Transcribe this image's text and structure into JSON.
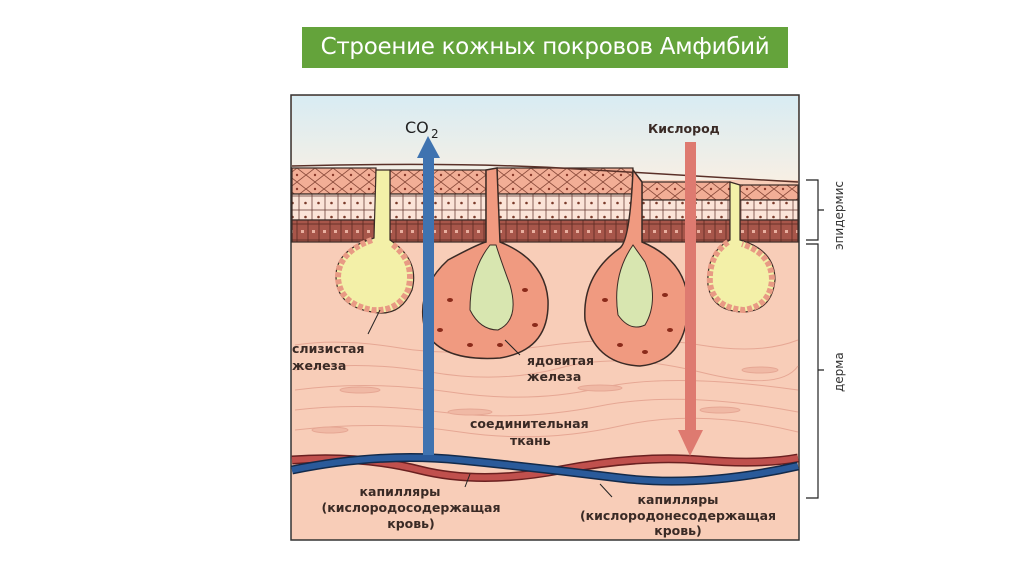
{
  "slide": {
    "title": "Строение кожных покровов Амфибий"
  },
  "diagram": {
    "labels": {
      "co2_main": "CO",
      "co2_sub": "2",
      "oxygen": "Кислород",
      "mucous_gland_1": "слизистая",
      "mucous_gland_2": "железа",
      "poison_gland_1": "ядовитая",
      "poison_gland_2": "железа",
      "connective_1": "соединительная",
      "connective_2": "ткань",
      "cap_oxy_1": "капилляры",
      "cap_oxy_2": "(кислородосодержащая",
      "cap_oxy_3": "кровь)",
      "cap_deoxy_1": "капилляры",
      "cap_deoxy_2": "(кислородонесодержащая",
      "cap_deoxy_3": "кровь)",
      "epidermis": "эпидермис",
      "dermis": "дерма"
    },
    "colors": {
      "co2_arrow": "#3f73b0",
      "oxygen_arrow": "#de7a70",
      "dermis": "#f8cdb8",
      "mucus": "#f3f0a8",
      "capillary_red": "#c0504d",
      "capillary_blue": "#2a5a9a"
    }
  }
}
